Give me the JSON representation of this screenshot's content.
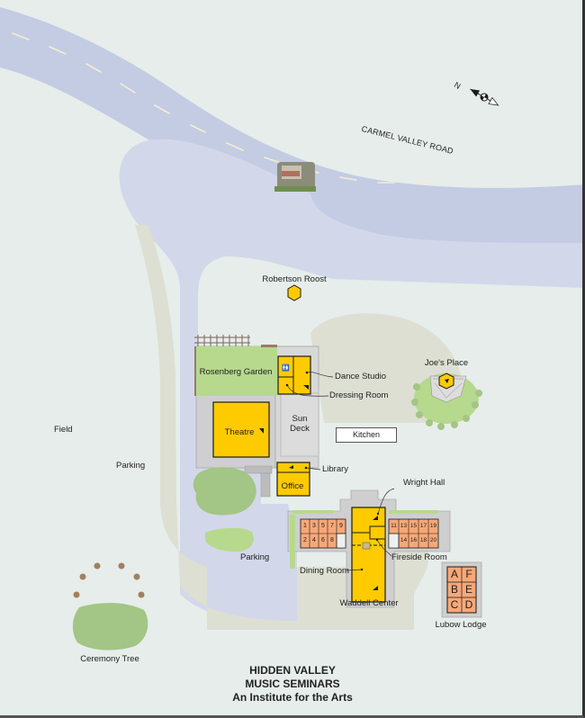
{
  "map": {
    "title_lines": [
      "HIDDEN VALLEY",
      "MUSIC SEMINARS",
      "An Institute for the Arts"
    ],
    "road": {
      "label": "CARMEL VALLEY ROAD"
    },
    "compass": {
      "label": "N"
    },
    "entrance_sign": {
      "name": "Hidden Valley entrance sign"
    },
    "colors": {
      "background": "#e6edeb",
      "road": "#c3cce3",
      "driveway": "#d3d7ea",
      "path": "#dcdfd2",
      "building": "#fecb00",
      "building_outline": "#1a1a1a",
      "plaza": "#cfcfcf",
      "lawn": "#b6d98d",
      "tree": "#a3c585",
      "lodging": "#f7a877",
      "stone": "#a0805f"
    },
    "places": {
      "robertson_roost": "Robertson Roost",
      "rosenberg_garden": "Rosenberg Garden",
      "dance_studio": "Dance Studio",
      "dressing_room": "Dressing Room",
      "theatre": "Theatre",
      "sun_deck": "Sun Deck",
      "kitchen": "Kitchen",
      "library": "Library",
      "office": "Office",
      "wright_hall": "Wright Hall",
      "fireside_room": "Fireside Room",
      "dining_room": "Dining Room",
      "waddell_center": "Waddell Center",
      "joes_place": "Joe's Place",
      "lubow_lodge": "Lubow Lodge",
      "field": "Field",
      "parking_1": "Parking",
      "parking_2": "Parking",
      "ceremony_tree": "Ceremony Tree"
    },
    "rooms_left": {
      "top": [
        "1",
        "3",
        "5",
        "7",
        "9"
      ],
      "bottom": [
        "2",
        "4",
        "6",
        "8",
        ""
      ]
    },
    "rooms_right": {
      "top": [
        "11",
        "13",
        "15",
        "17",
        "19"
      ],
      "bottom": [
        "",
        "14",
        "16",
        "18",
        "20"
      ]
    },
    "lubow_units": [
      [
        "A",
        "F"
      ],
      [
        "B",
        "E"
      ],
      [
        "C",
        "D"
      ]
    ]
  }
}
